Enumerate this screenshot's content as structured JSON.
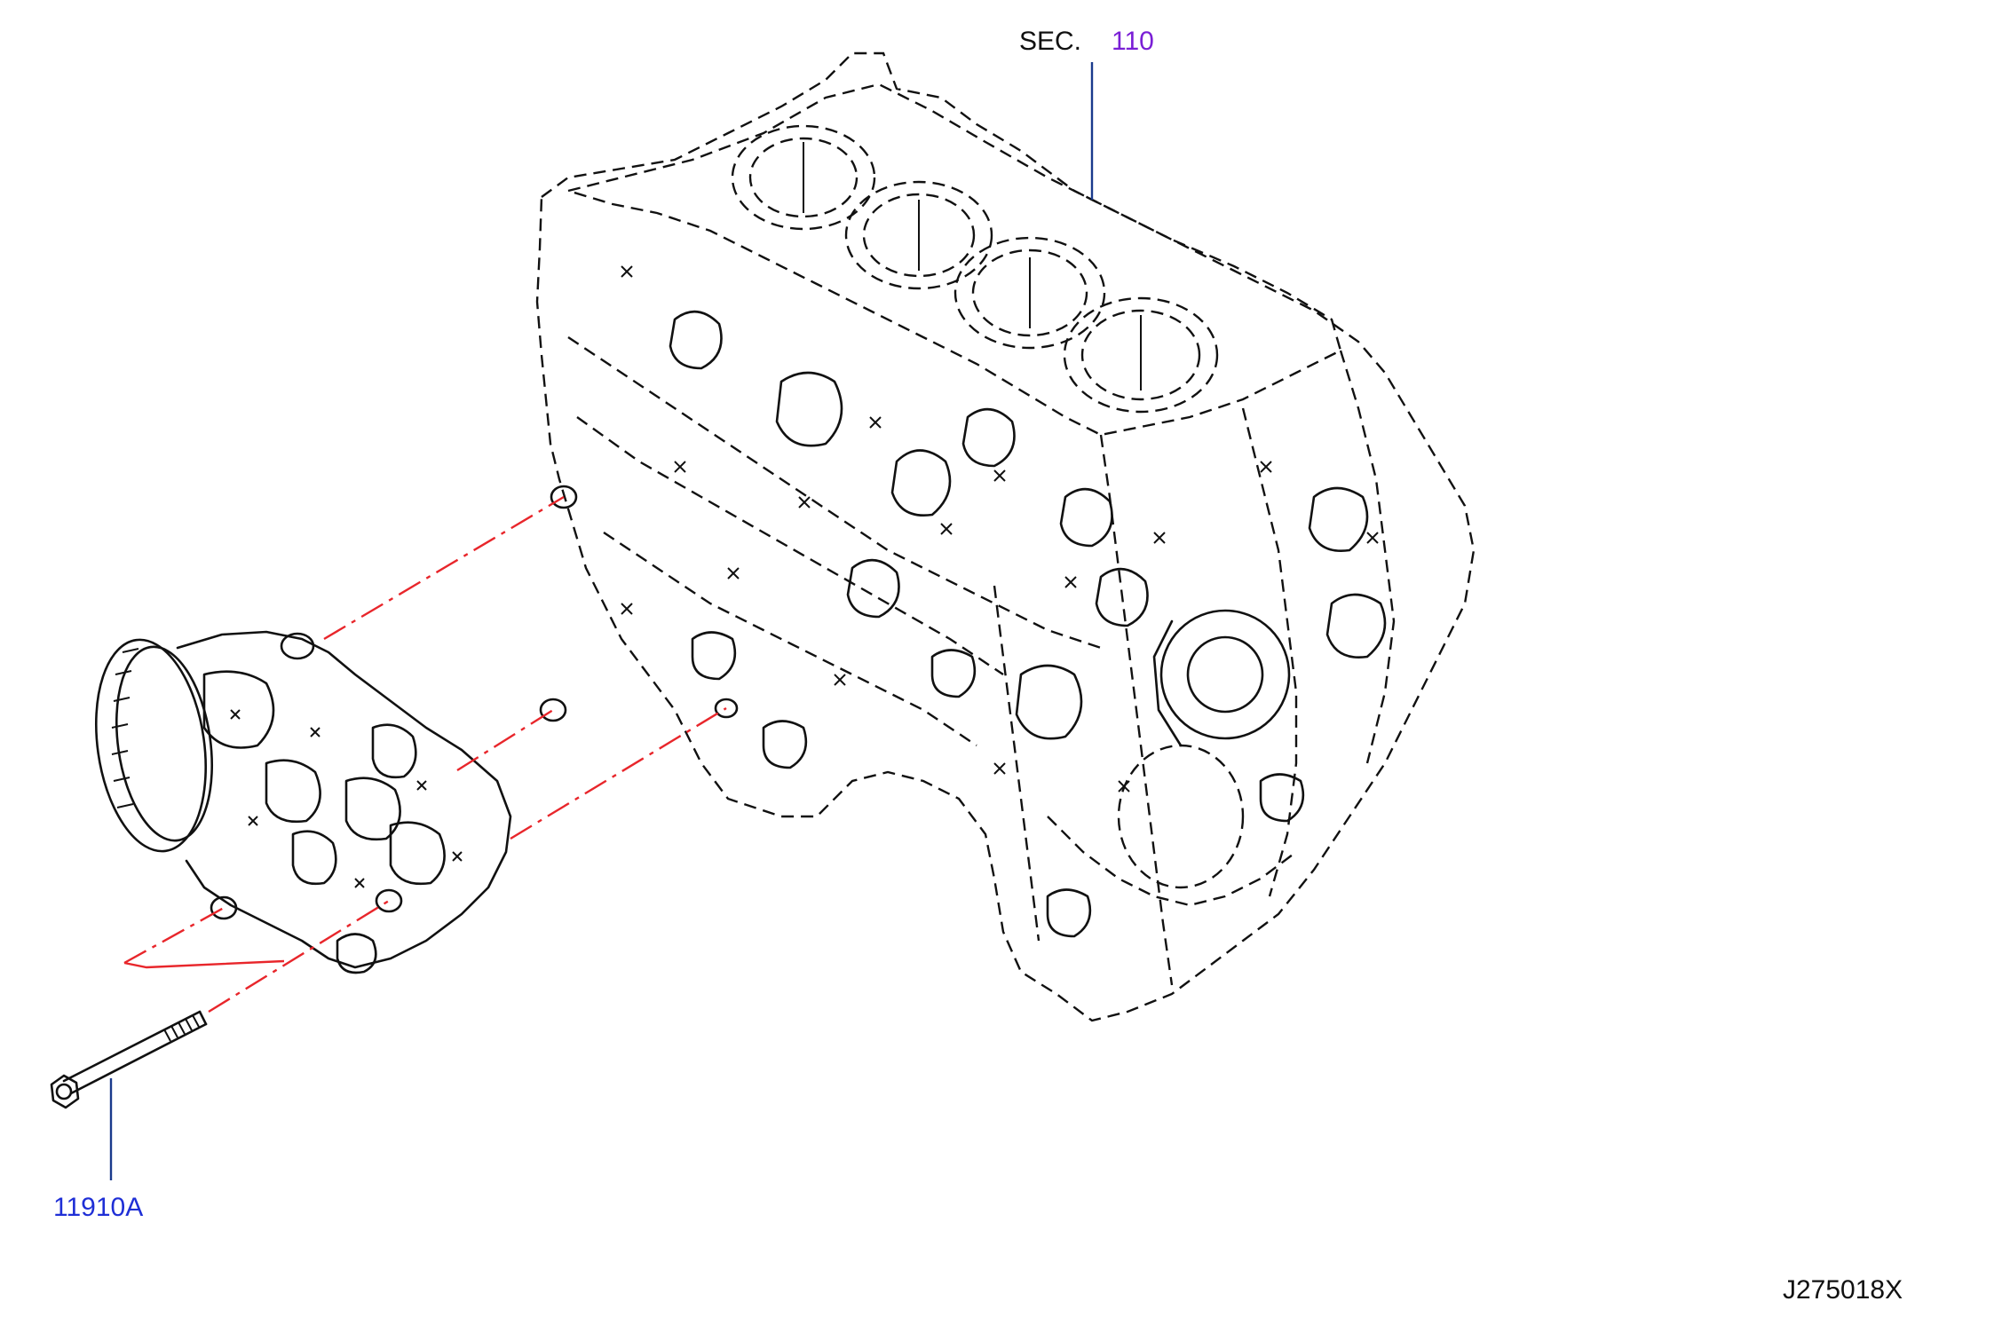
{
  "callouts": {
    "section_prefix": "SEC.",
    "section_number": "110",
    "part_number": "11910A",
    "diagram_id": "J275018X"
  },
  "colors": {
    "line_art": "#111111",
    "leader_line": "#1a3a8c",
    "section_number": "#7a1fd6",
    "part_number": "#1f2fd6",
    "alignment_line": "#e8262b"
  },
  "components": {
    "engine_block": "engine-block-icon",
    "compressor": "ac-compressor-icon",
    "bolt": "mounting-bolt-icon"
  }
}
